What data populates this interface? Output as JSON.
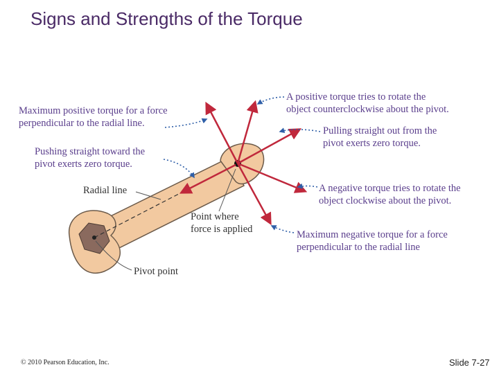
{
  "slide": {
    "title": "Signs and Strengths of the Torque",
    "copyright": "© 2010 Pearson Education, Inc.",
    "slide_number": "Slide 7-27"
  },
  "labels": {
    "max_positive": [
      "Maximum positive torque for a force",
      "perpendicular to the radial line."
    ],
    "pushing": [
      "Pushing straight toward the",
      "pivot exerts zero torque."
    ],
    "radial_line": "Radial line",
    "point_where": [
      "Point where",
      "force is applied"
    ],
    "pivot_point": "Pivot point",
    "positive_torque": [
      "A positive torque tries to rotate the",
      "object counterclockwise about the pivot."
    ],
    "pulling": [
      "Pulling straight out from the",
      "pivot exerts zero torque."
    ],
    "negative_torque": [
      "A negative torque tries to rotate the",
      "object clockwise about the pivot."
    ],
    "max_negative": [
      "Maximum negative torque for a force",
      "perpendicular to the radial line"
    ]
  },
  "colors": {
    "title": "#4a2a66",
    "label_text": "#5a3e8c",
    "force_arrow": "#c0283c",
    "wrench_fill": "#f2c9a0",
    "wrench_stroke": "#6b5a4a",
    "bolt_fill": "#8a6a5e",
    "pointer_dotted": "#2f5fa8"
  }
}
